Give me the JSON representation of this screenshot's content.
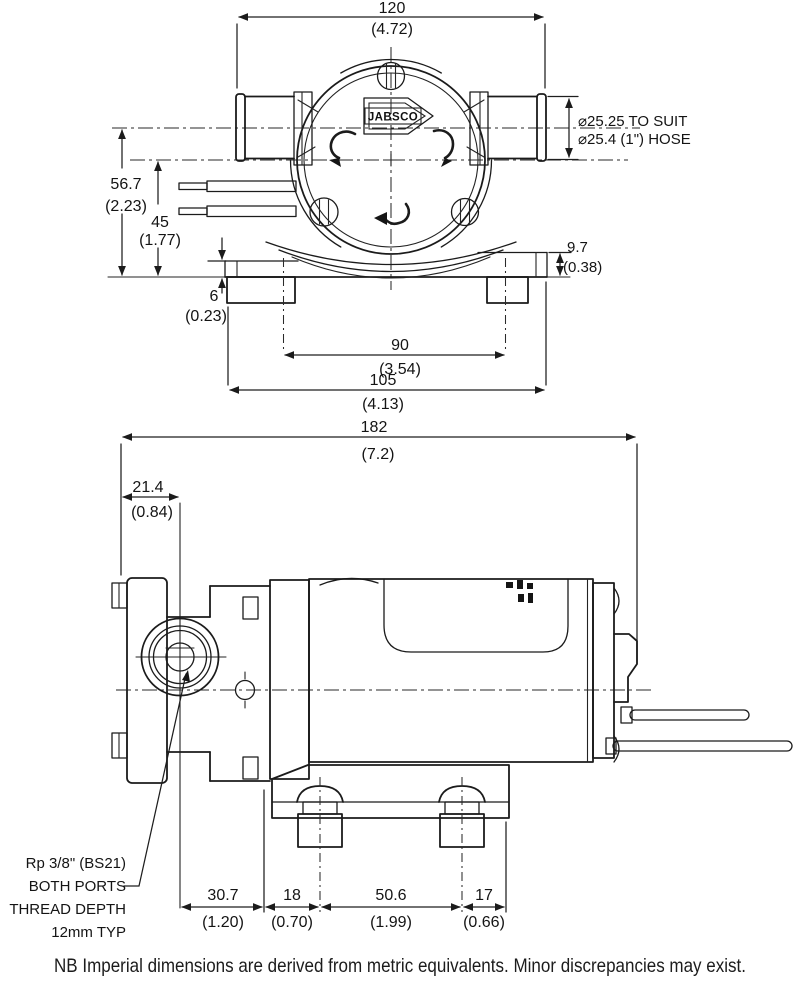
{
  "note": "NB Imperial dimensions are derived from metric equivalents. Minor discrepancies may exist.",
  "brand_logo": "JABSCO",
  "top_view": {
    "hose_note": {
      "line1": "⌀25.25 TO SUIT",
      "line2": "⌀25.4 (1\") HOSE"
    },
    "dim_overall_width": {
      "mm": "120",
      "inch": "(4.72)"
    },
    "dim_port_centerline_height": {
      "mm": "56.7",
      "inch": "(2.23)"
    },
    "dim_shaft_centerline_height": {
      "mm": "45",
      "inch": "(1.77)"
    },
    "dim_base_ledge": {
      "mm": "6",
      "inch": "(0.23)"
    },
    "dim_foot_height": {
      "mm": "9.7",
      "inch": "(0.38)"
    },
    "dim_slot_span": {
      "mm": "90",
      "inch": "(3.54)"
    },
    "dim_base_width": {
      "mm": "105",
      "inch": "(4.13)"
    }
  },
  "side_view": {
    "dim_overall_length": {
      "mm": "182",
      "inch": "(7.2)"
    },
    "dim_port_offset": {
      "mm": "21.4",
      "inch": "(0.84)"
    },
    "dim_port_to_body": {
      "mm": "30.7",
      "inch": "(1.20)"
    },
    "dim_body_to_foot": {
      "mm": "18",
      "inch": "(0.70)"
    },
    "dim_foot_spacing": {
      "mm": "50.6",
      "inch": "(1.99)"
    },
    "dim_foot_to_end": {
      "mm": "17",
      "inch": "(0.66)"
    },
    "thread_note": {
      "line1": "Rp 3/8\" (BS21)",
      "line2": "BOTH PORTS",
      "line3": "THREAD DEPTH",
      "line4": "12mm TYP"
    }
  }
}
